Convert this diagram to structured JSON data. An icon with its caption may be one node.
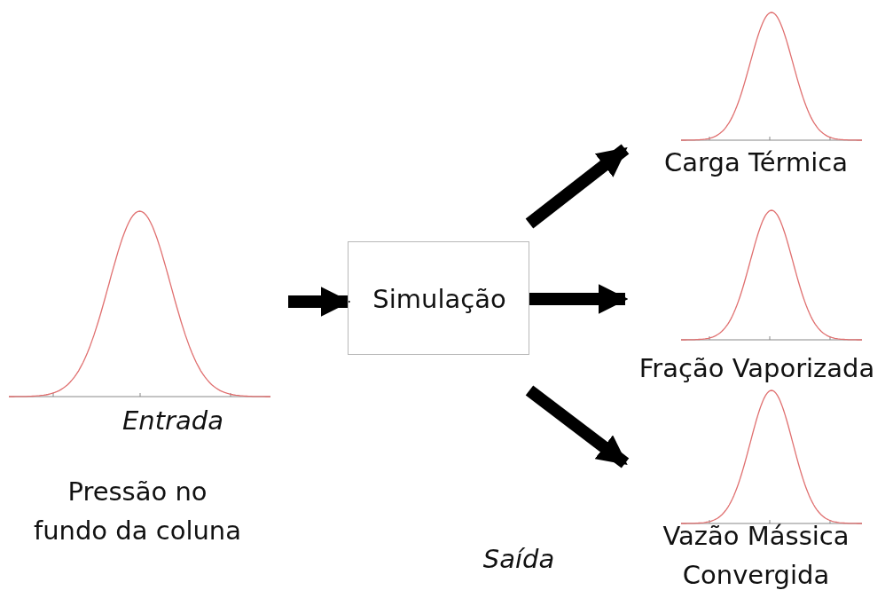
{
  "diagram": {
    "nodes": [
      {
        "text": [
          "Entrada",
          "Pressão no fundo da coluna"
        ]
      },
      {
        "text": [
          "Simulação"
        ]
      },
      {
        "text": [
          "Carga Térmica"
        ]
      },
      {
        "text": [
          "Fração Vaporizada"
        ]
      },
      {
        "text": [
          "Vazão Mássica Convergida"
        ]
      }
    ],
    "edges": [
      {
        "from": 0,
        "to": 1,
        "arrow": "to"
      },
      {
        "from": 1,
        "to": 2,
        "arrow": "to"
      },
      {
        "from": 1,
        "to": 3,
        "arrow": "to"
      },
      {
        "from": 1,
        "to": 4,
        "arrow": "to"
      }
    ],
    "labels": [
      "Saída"
    ]
  }
}
